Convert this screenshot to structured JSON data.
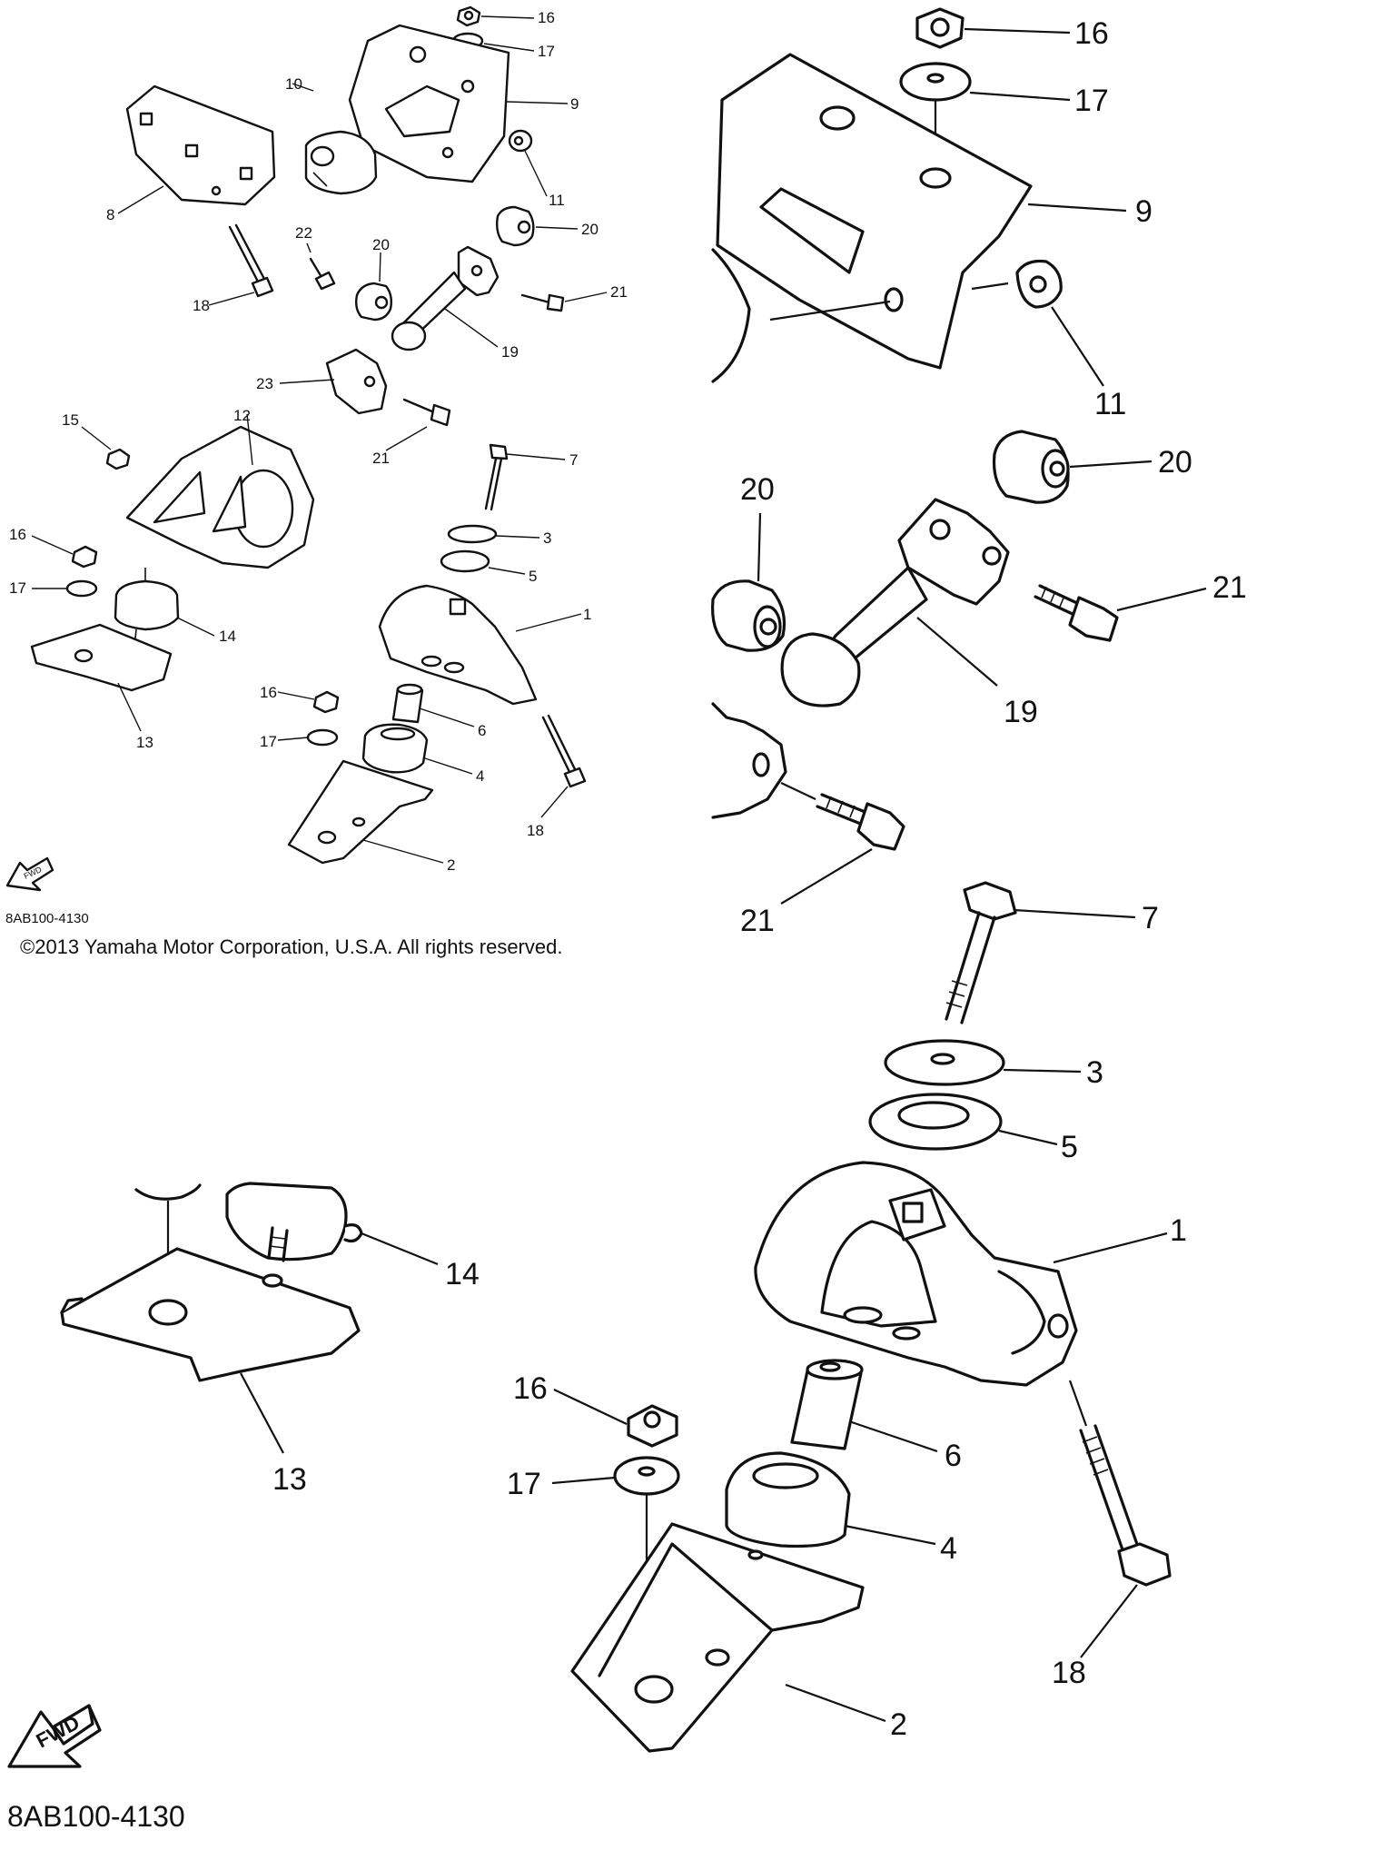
{
  "copyright": "©2013 Yamaha Motor Corporation, U.S.A. All rights reserved.",
  "diagram_code_small": "8AB100-4130",
  "diagram_code_large": "8AB100-4130",
  "fwd_label": "FWD",
  "callouts": {
    "n1": "1",
    "n2": "2",
    "n3": "3",
    "n4": "4",
    "n5": "5",
    "n6": "6",
    "n7": "7",
    "n8": "8",
    "n9": "9",
    "n10": "10",
    "n11": "11",
    "n12": "12",
    "n13": "13",
    "n14": "14",
    "n15": "15",
    "n16": "16",
    "n17": "17",
    "n18": "18",
    "n19": "19",
    "n20": "20",
    "n21": "21",
    "n22": "22",
    "n23": "23"
  }
}
